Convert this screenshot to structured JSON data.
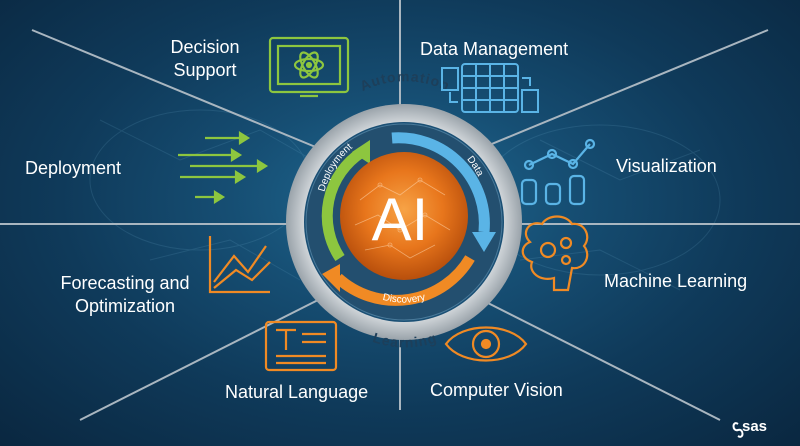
{
  "center": {
    "title": "AI"
  },
  "ring_labels": {
    "top": "Automation",
    "bottom": "Learning",
    "inner_deploy": "Deployment",
    "inner_data": "Data",
    "inner_discovery": "Discovery"
  },
  "items": {
    "decision_support": "Decision Support",
    "data_management": "Data Management",
    "deployment": "Deployment",
    "visualization": "Visualization",
    "forecasting": "Forecasting and Optimization",
    "machine_learning": "Machine Learning",
    "natural_language": "Natural Language",
    "computer_vision": "Computer Vision"
  },
  "brand": {
    "logo": "sas"
  },
  "colors": {
    "green": "#8dc63f",
    "blue": "#5ab4e6",
    "orange": "#f08a24",
    "ring": "#c9ced3"
  },
  "icons": [
    "atom-monitor-icon",
    "spreadsheet-grid-icon",
    "arrows-icon",
    "bar-line-chart-icon",
    "line-chart-icon",
    "brain-gears-icon",
    "text-document-icon",
    "eye-icon"
  ]
}
